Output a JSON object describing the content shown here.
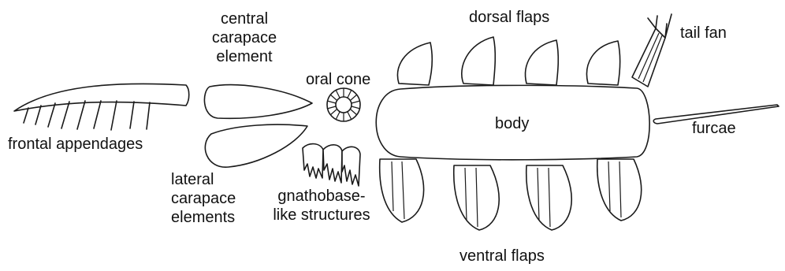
{
  "labels": {
    "central_carapace": [
      "central",
      "carapace",
      "element"
    ],
    "dorsal_flaps": "dorsal flaps",
    "tail_fan": "tail fan",
    "oral_cone": "oral cone",
    "body": "body",
    "furcae": "furcae",
    "frontal_appendages": "frontal appendages",
    "lateral_carapace": [
      "lateral",
      "carapace",
      "elements"
    ],
    "gnathobase": [
      "gnathobase-",
      "like structures"
    ],
    "ventral_flaps": "ventral flaps"
  },
  "colors": {
    "line": "#1a1a1a",
    "text": "#111111",
    "background": "#ffffff"
  }
}
